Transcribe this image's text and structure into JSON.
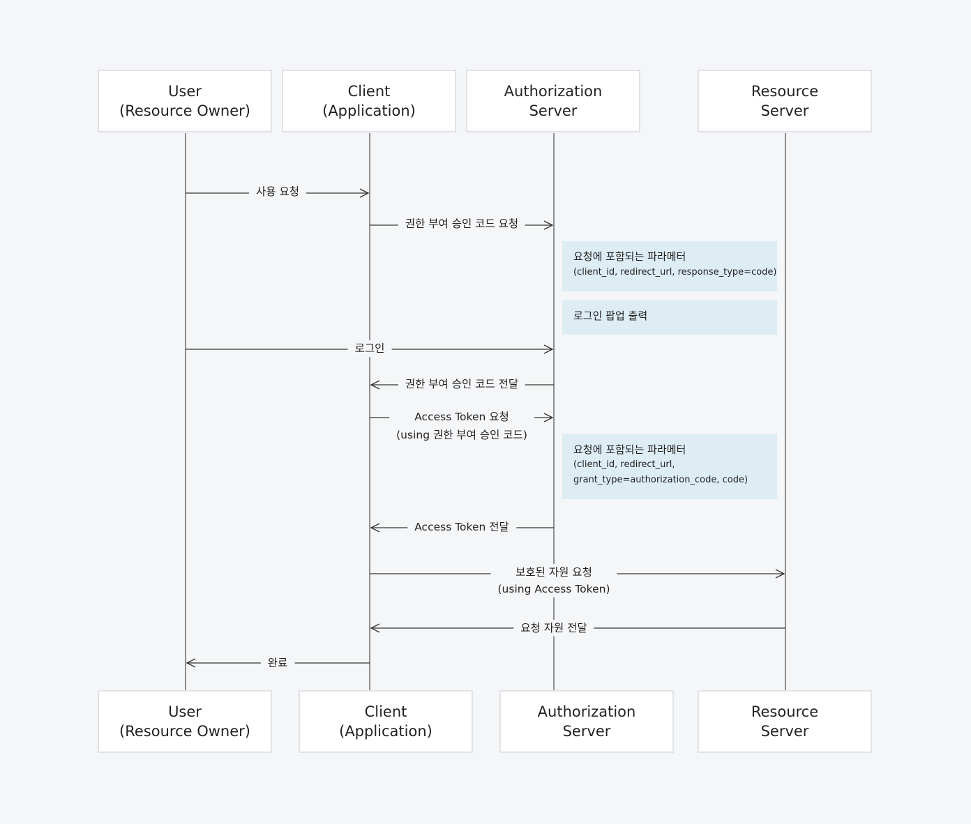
{
  "participants_top": [
    {
      "line1": "User",
      "line2": "(Resource Owner)"
    },
    {
      "line1": "Client",
      "line2": "(Application)"
    },
    {
      "line1": "Authorization",
      "line2": "Server"
    },
    {
      "line1": "Resource",
      "line2": "Server"
    }
  ],
  "participants_bottom": [
    {
      "line1": "User",
      "line2": "(Resource Owner)"
    },
    {
      "line1": "Client",
      "line2": "(Application)"
    },
    {
      "line1": "Authorization",
      "line2": "Server"
    },
    {
      "line1": "Resource",
      "line2": "Server"
    }
  ],
  "messages": [
    {
      "text": "사용 요청"
    },
    {
      "text": "권한 부여 승인 코드 요청"
    },
    {
      "text": "로그인"
    },
    {
      "text": "권한 부여 승인 코드 전달"
    },
    {
      "text": "Access Token 요청",
      "sub": "(using 권한 부여 승인 코드)"
    },
    {
      "text": "Access Token 전달"
    },
    {
      "text": "보호된 자원 요청",
      "sub": "(using Access Token)"
    },
    {
      "text": "요청 자원 전달"
    },
    {
      "text": "완료"
    }
  ],
  "notes": [
    {
      "title": "요청에 포함되는 파라메터",
      "lines": [
        "(client_id, redirect_url, response_type=code)"
      ]
    },
    {
      "title": "로그인 팝업 출력",
      "lines": []
    },
    {
      "title": "요청에 포함되는 파라메터",
      "lines": [
        "(client_id, redirect_url,",
        "grant_type=authorization_code, code)"
      ]
    }
  ],
  "colors": {
    "background": "#f5f6f8",
    "box_fill": "#ffffff",
    "box_border": "#e1e3e7",
    "line": "#333333",
    "note_fill": "#deedf4"
  }
}
